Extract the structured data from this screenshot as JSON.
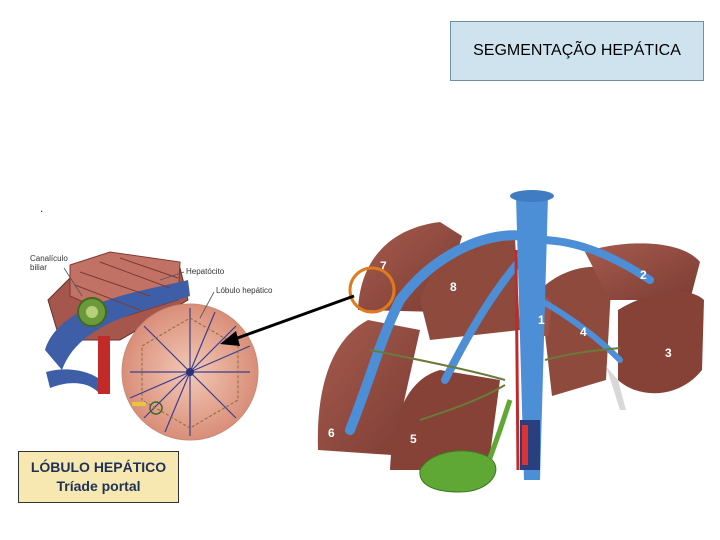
{
  "title": "SEGMENTAÇÃO HEPÁTICA",
  "lobule_box": {
    "line1": "LÓBULO HEPÁTICO",
    "line2": "Tríade portal"
  },
  "small_labels": {
    "canaliculo": "Canalículo",
    "biliar": "biliar",
    "hepatocito": "Hepatócito",
    "lobulo_hepatico": "Lóbulo hepático"
  },
  "dot_mark": ".",
  "segments": [
    "1",
    "2",
    "3",
    "4",
    "5",
    "6",
    "7",
    "8"
  ],
  "colors": {
    "title_bg": "#cfe3ef",
    "lobule_bg": "#f7e7b0",
    "liver": "#8e4a3f",
    "vein": "#4d8fd6",
    "highlight_circle": "#e07a1f"
  }
}
